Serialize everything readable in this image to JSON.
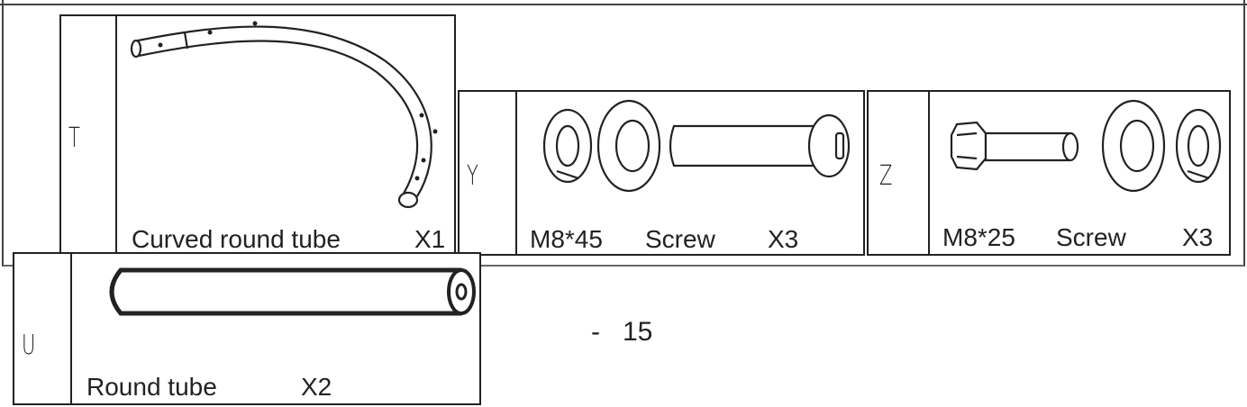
{
  "parts": {
    "t": {
      "letter": "T",
      "name": "Curved round tube",
      "qty": "X1"
    },
    "y": {
      "letter": "Y",
      "size": "M8*45",
      "name": "Screw",
      "qty": "X3"
    },
    "z": {
      "letter": "Z",
      "size": "M8*25",
      "name": "Screw",
      "qty": "X3"
    },
    "u": {
      "letter": "U",
      "name": "Round tube",
      "qty": "X2"
    }
  },
  "page_number": "-   15"
}
